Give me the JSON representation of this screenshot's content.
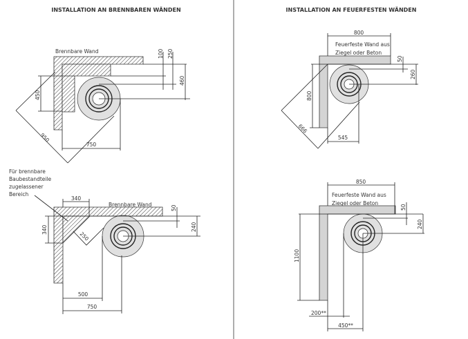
{
  "titles": {
    "combustible": "INSTALLATION AN BRENNBAREN WÄNDEN",
    "fireproof": "INSTALLATION AN FEUERFESTEN WÄNDEN"
  },
  "panel1": {
    "wall_label": "Brennbare Wand",
    "dims": {
      "d100": "100",
      "d250": "250",
      "d460": "460",
      "d450": "450",
      "d950": "950",
      "d750": "750"
    }
  },
  "panel2": {
    "note": [
      "Für brennbare",
      "Baubestandteile",
      "zugelassener",
      "Bereich"
    ],
    "wall_label": "Brennbare Wand",
    "dims": {
      "d340top": "340",
      "d340left": "340",
      "d250": "250",
      "d50": "50",
      "d240": "240",
      "d500": "500",
      "d750": "750"
    }
  },
  "panel3": {
    "wall_label": [
      "Feuerfeste Wand aus",
      "Ziegel oder Beton"
    ],
    "dims": {
      "d800top": "800",
      "d50": "50",
      "d260": "260",
      "d800left": "800",
      "d666": "666",
      "d545": "545"
    }
  },
  "panel4": {
    "wall_label": [
      "Feuerfeste Wand aus",
      "Ziegel oder Beton"
    ],
    "dims": {
      "d850": "850",
      "d50": "50",
      "d240": "240",
      "d1100": "1100",
      "d200": "200**",
      "d450": "450**"
    }
  }
}
